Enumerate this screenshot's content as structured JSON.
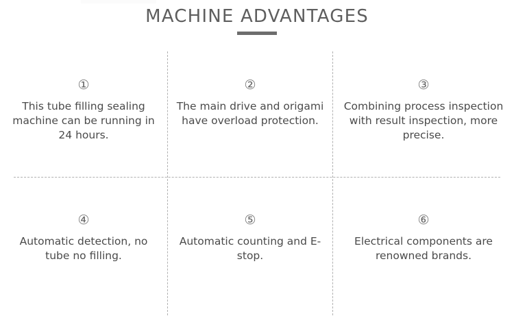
{
  "header": {
    "title": "MACHINE ADVANTAGES"
  },
  "advantages": [
    {
      "badge": "①",
      "number": "1",
      "text": "This tube filling sealing machine can be running in 24 hours."
    },
    {
      "badge": "②",
      "number": "2",
      "text": "The main drive and origami have overload protection."
    },
    {
      "badge": "③",
      "number": "3",
      "text": "Combining process inspection with result inspection, more precise."
    },
    {
      "badge": "④",
      "number": "4",
      "text": "Automatic detection, no tube no filling."
    },
    {
      "badge": "⑤",
      "number": "5",
      "text": "Automatic counting and E-stop."
    },
    {
      "badge": "⑥",
      "number": "6",
      "text": "Electrical components are renowned brands."
    }
  ],
  "colors": {
    "title": "#5e5e5e",
    "body_text": "#4a4a4a",
    "badge": "#6a6a6a",
    "divider": "#b0b0b0",
    "underline": "#6d6d6d",
    "background": "#ffffff"
  }
}
